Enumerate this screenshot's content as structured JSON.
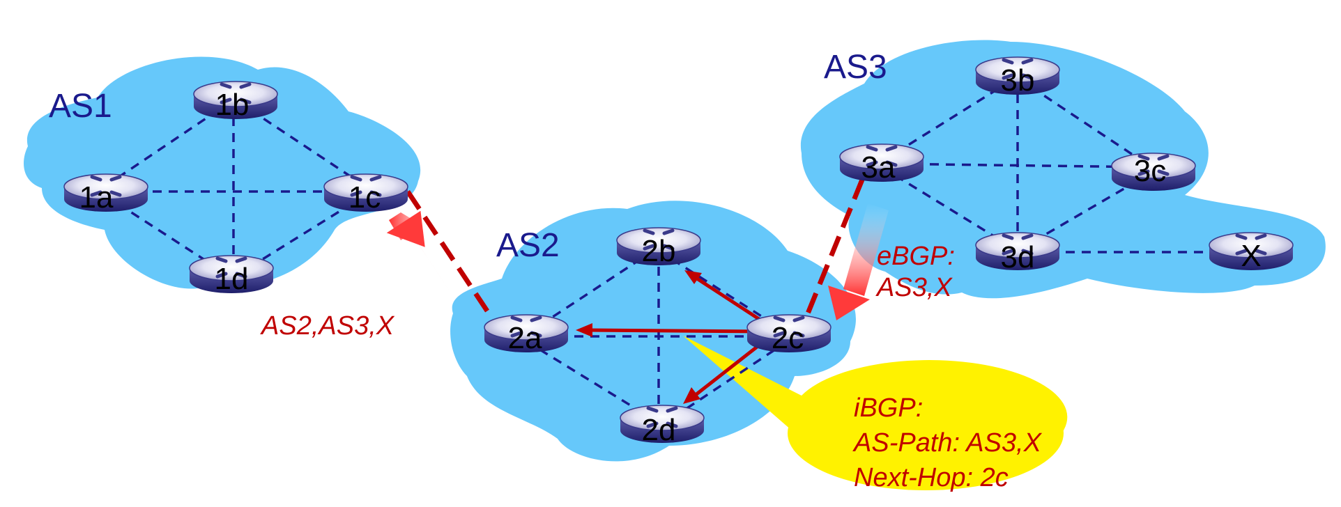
{
  "autonomous_systems": [
    {
      "id": "as1",
      "label": "AS1"
    },
    {
      "id": "as2",
      "label": "AS2"
    },
    {
      "id": "as3",
      "label": "AS3"
    }
  ],
  "routers": [
    {
      "id": "1a",
      "label": "1a"
    },
    {
      "id": "1b",
      "label": "1b"
    },
    {
      "id": "1c",
      "label": "1c"
    },
    {
      "id": "1d",
      "label": "1d"
    },
    {
      "id": "2a",
      "label": "2a"
    },
    {
      "id": "2b",
      "label": "2b"
    },
    {
      "id": "2c",
      "label": "2c"
    },
    {
      "id": "2d",
      "label": "2d"
    },
    {
      "id": "3a",
      "label": "3a"
    },
    {
      "id": "3b",
      "label": "3b"
    },
    {
      "id": "3c",
      "label": "3c"
    },
    {
      "id": "3d",
      "label": "3d"
    },
    {
      "id": "x",
      "label": "X"
    }
  ],
  "annotations": {
    "ebgp_line1": "eBGP:",
    "ebgp_line2": "AS3,X",
    "as2_advert": "AS2,AS3,X",
    "ibgp_line1": "iBGP:",
    "ibgp_line2": "AS-Path: AS3,X",
    "ibgp_line3": "Next-Hop: 2c"
  },
  "colors": {
    "cloud": "#66c8fa",
    "link": "#1a1a8c",
    "arrow": "#c00000",
    "note_bubble": "#fff200"
  }
}
